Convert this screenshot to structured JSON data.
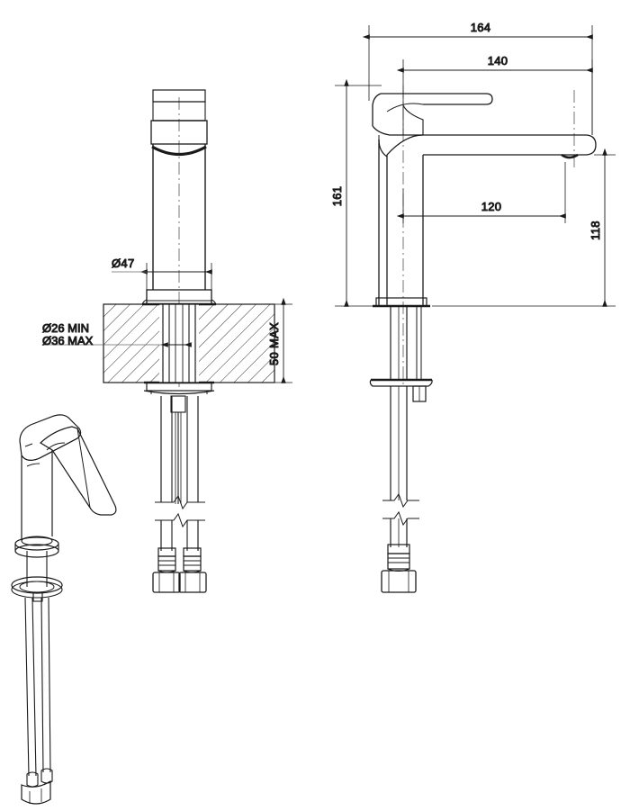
{
  "drawing": {
    "title": "Single-lever basin mixer tap — dimensioned technical drawing",
    "units": "mm",
    "line_color": "#1a1a1a",
    "background": "#ffffff"
  },
  "views": {
    "front": {
      "name": "front-elevation-view",
      "label": ""
    },
    "side": {
      "name": "side-elevation-view",
      "label": ""
    },
    "iso": {
      "name": "isometric-view",
      "label": ""
    }
  },
  "dimensions": {
    "overall_spout_reach": "164",
    "spout_outlet_reach": "140",
    "handle_clearance": "120",
    "body_height": "161",
    "spout_height": "118",
    "base_diameter": "Ø47",
    "hole_min": "Ø26 MIN",
    "hole_max": "Ø36 MAX",
    "deck_thickness": "50 MAX"
  }
}
